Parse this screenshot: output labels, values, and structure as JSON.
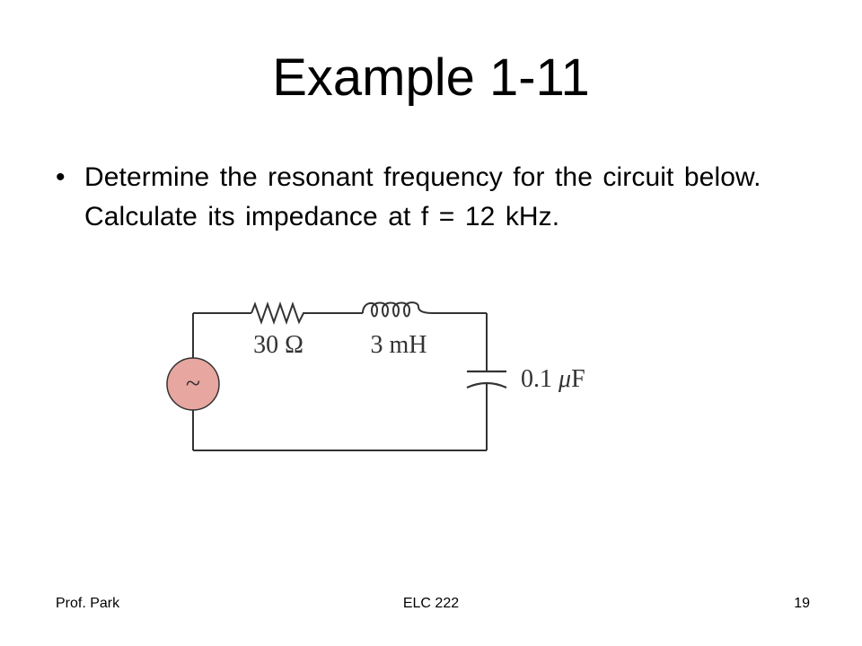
{
  "slide": {
    "title": "Example 1-11",
    "bullet": "Determine the resonant frequency for the circuit below. Calculate its impedance at f = 12 kHz."
  },
  "circuit": {
    "source_symbol": "~",
    "resistor_label": "30 Ω",
    "inductor_label": "3 mH",
    "capacitor_label_value": "0.1 ",
    "capacitor_label_unit_prefix": "μ",
    "capacitor_label_unit": "F",
    "source_fill_color": "#e8a6a0",
    "wire_color": "#333333"
  },
  "footer": {
    "left": "Prof. Park",
    "center": "ELC 222",
    "right": "19"
  }
}
